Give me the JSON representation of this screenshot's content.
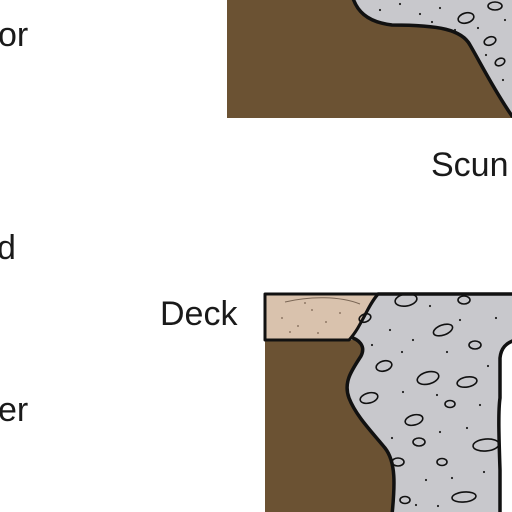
{
  "labels": {
    "left_top": "or",
    "left_middle": "d",
    "left_bottom": "er",
    "scum": "Scun",
    "deck": "Deck"
  },
  "colors": {
    "soil": "#6b5233",
    "concrete": "#c8c8cc",
    "deck": "#d9c2ad",
    "outline": "#111111",
    "text": "#1a1a1a",
    "background": "#ffffff"
  }
}
